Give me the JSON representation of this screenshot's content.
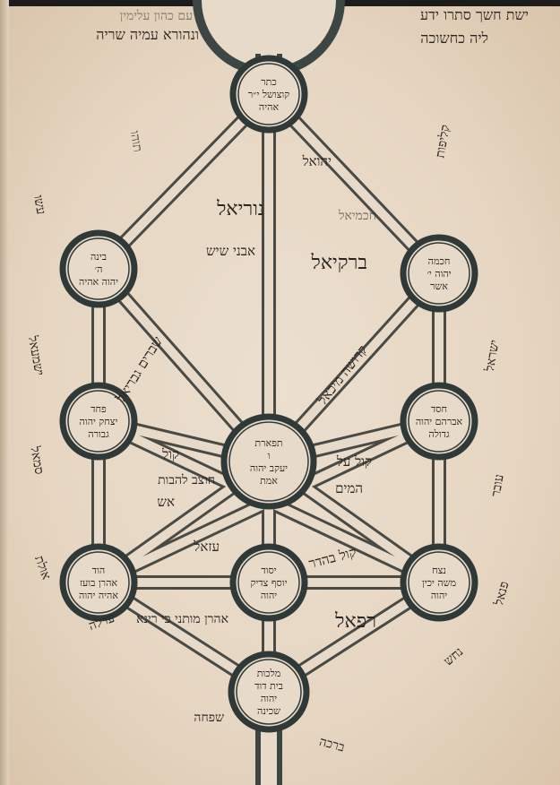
{
  "corner_text": {
    "top_left_faint": "עם כהון עלימין",
    "top_left": "ונהורא עמיה שריה",
    "top_right_1": "ישת חשך סתרו ידע",
    "top_right_2": "ליה כחשוכה"
  },
  "sefirot": [
    {
      "id": "keter",
      "lines": [
        "כתר",
        "קוצושל י״ר",
        "אהיה"
      ]
    },
    {
      "id": "chokhmah",
      "lines": [
        "חכמה",
        "יהוה י׳",
        "אשר"
      ]
    },
    {
      "id": "binah",
      "lines": [
        "בינה",
        "ה׳",
        "יהוה אהיה"
      ]
    },
    {
      "id": "chesed",
      "lines": [
        "חסד",
        "אברהם יהוה",
        "גדולה"
      ]
    },
    {
      "id": "gevurah",
      "lines": [
        "פחד",
        "יצחק יהוה",
        "גבורה"
      ]
    },
    {
      "id": "tiferet",
      "lines": [
        "תפארת",
        "ו",
        "יעקב יהוה",
        "אמת"
      ]
    },
    {
      "id": "netzach",
      "lines": [
        "נצח",
        "משה יכין",
        "יהוה"
      ]
    },
    {
      "id": "hod",
      "lines": [
        "הוד",
        "אהרן בועז",
        "אהיה יהוה"
      ]
    },
    {
      "id": "yesod",
      "lines": [
        "יסוד",
        "יוסף צדיק",
        "יהוה"
      ]
    },
    {
      "id": "malkhut",
      "lines": [
        "מלכות",
        "בית דוד",
        "יהוה",
        "שכינה"
      ]
    }
  ],
  "channel_text": {
    "nuriel": "נוריאל",
    "avnei_shayish": "אבני שיש",
    "barkiel": "ברקיאל",
    "chakhmiel": "חכמיאל",
    "yehoel": "יהואל",
    "shevarim": "שברים גבריאל",
    "kedusha_michael": "קדושה מיכאל",
    "kol_chotzev": "קול",
    "chotzev": "חוצב להבות",
    "esh": "אש",
    "kol_al": "קול על",
    "hamayim": "המים",
    "uzael": "עזאל",
    "kol_behadar": "קול בהדר",
    "refael": "רפאל",
    "aharon_line": "אהרן מותני כי רינא"
  },
  "margin_text": {
    "left_1": "תוהו",
    "left_2": "עשו",
    "left_3": "ישמעאל",
    "left_4": "סמאל",
    "left_5": "אולת",
    "left_6": "ערלה",
    "left_7": "שפחה",
    "right_1": "קליפות",
    "right_2": "ישראל",
    "right_3": "עובר",
    "right_4": "פנאל",
    "right_5": "נחש",
    "bottom_1": "ברכה"
  },
  "colors": {
    "parchment": "#e8dac8",
    "ink": "#2b2622",
    "channel_ink": "#3c4745"
  }
}
